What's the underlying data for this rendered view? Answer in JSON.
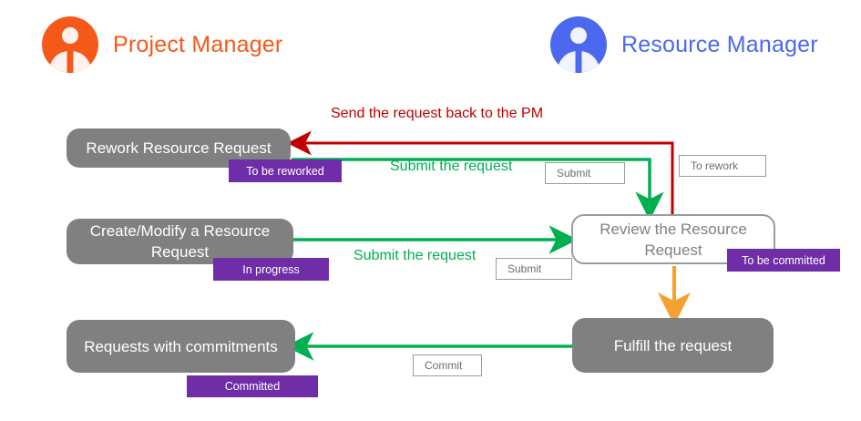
{
  "roles": [
    {
      "name": "Project Manager",
      "color": "#f4591a",
      "avatar_icon": "person-avatar-icon"
    },
    {
      "name": "Resource Manager",
      "color": "#4b68ee",
      "avatar_icon": "person-avatar-icon"
    }
  ],
  "tasks": [
    {
      "id": "rework",
      "label": "Rework Resource Request",
      "style": "gray"
    },
    {
      "id": "create",
      "label": "Create/Modify a Resource Request",
      "style": "gray"
    },
    {
      "id": "requests",
      "label": "Requests with commitments",
      "style": "gray"
    },
    {
      "id": "review",
      "label": "Review the Resource Request",
      "style": "outline"
    },
    {
      "id": "fulfill",
      "label": "Fulfill the request",
      "style": "gray"
    }
  ],
  "badges": [
    {
      "id": "to-be-reworked",
      "label": "To be reworked"
    },
    {
      "id": "in-progress",
      "label": "In progress"
    },
    {
      "id": "committed",
      "label": "Committed"
    },
    {
      "id": "to-be-committed",
      "label": "To be committed"
    }
  ],
  "chips": [
    {
      "id": "submit-rework",
      "label": "Submit"
    },
    {
      "id": "to-rework",
      "label": "To rework"
    },
    {
      "id": "submit-create",
      "label": "Submit"
    },
    {
      "id": "commit",
      "label": "Commit"
    }
  ],
  "flow_labels": [
    {
      "id": "send-back",
      "label": "Send the request back to the PM",
      "color": "#c00000"
    },
    {
      "id": "submit-top",
      "label": "Submit the request",
      "color": "#00b050"
    },
    {
      "id": "submit-middle",
      "label": "Submit the request",
      "color": "#00b050"
    }
  ],
  "colors": {
    "task_gray": "#808080",
    "badge_purple": "#6f2da8",
    "arrow_green": "#00b050",
    "arrow_red": "#c00000",
    "arrow_orange": "#f5a131",
    "outline_gray": "#9b9b9b",
    "pm_orange": "#f4591a",
    "rm_blue": "#4b68ee"
  }
}
